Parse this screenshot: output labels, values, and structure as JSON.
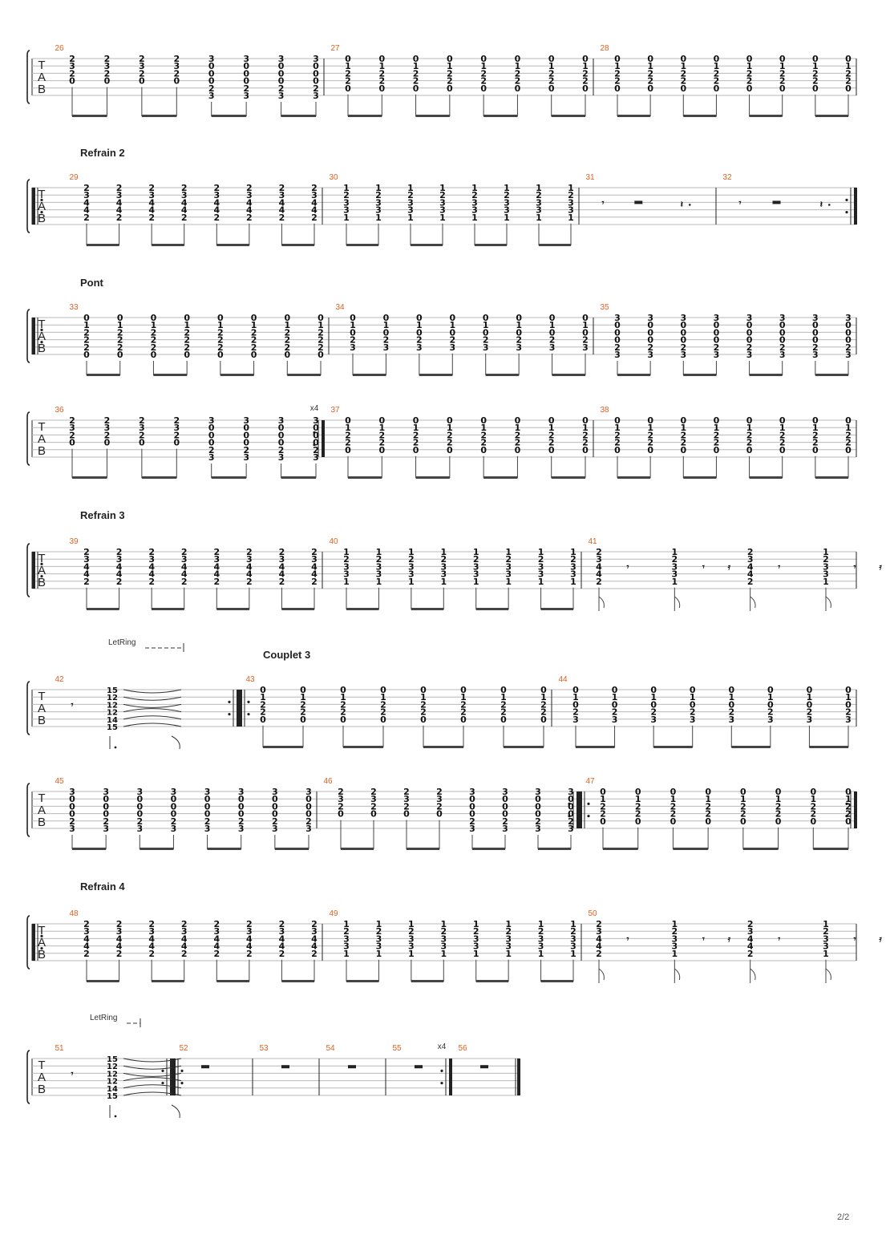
{
  "page": {
    "number_label": "2/2"
  },
  "labels": {
    "let_ring": "LetRing",
    "tab": [
      "T",
      "A",
      "B"
    ]
  },
  "chords": {
    "A": [
      "2",
      "3",
      "2",
      "0",
      "",
      ""
    ],
    "B": [
      "3",
      "0",
      "0",
      "0",
      "2",
      "3"
    ],
    "C": [
      "0",
      "1",
      "2",
      "2",
      "0",
      ""
    ],
    "D": [
      "2",
      "3",
      "4",
      "4",
      "2",
      ""
    ],
    "E": [
      "1",
      "2",
      "3",
      "3",
      "1",
      ""
    ],
    "F": [
      "0",
      "1",
      "0",
      "2",
      "3",
      ""
    ],
    "G": [
      "0",
      "1",
      "2",
      "2",
      "2",
      "0"
    ],
    "H": [
      "15",
      "12",
      "12",
      "12",
      "14",
      "15"
    ]
  },
  "systems": [
    {
      "title": "",
      "measures": [
        {
          "num": "26",
          "content": "chords",
          "seq": [
            "A",
            "A",
            "A",
            "A",
            "B",
            "B",
            "B",
            "B"
          ]
        },
        {
          "num": "27",
          "content": "chords",
          "seq": [
            "C",
            "C",
            "C",
            "C",
            "C",
            "C",
            "C",
            "C"
          ]
        },
        {
          "num": "28",
          "content": "chords",
          "seq": [
            "C",
            "C",
            "C",
            "C",
            "C",
            "C",
            "C",
            "C"
          ]
        }
      ]
    },
    {
      "title": "Refrain 2",
      "measures": [
        {
          "num": "29",
          "content": "chords",
          "seq": [
            "D",
            "D",
            "D",
            "D",
            "D",
            "D",
            "D",
            "D"
          ],
          "repeat_start": true
        },
        {
          "num": "30",
          "content": "chords",
          "seq": [
            "E",
            "E",
            "E",
            "E",
            "E",
            "E",
            "E",
            "E"
          ]
        },
        {
          "num": "31",
          "content": "rests"
        },
        {
          "num": "32",
          "content": "rests",
          "repeat_end": true
        }
      ]
    },
    {
      "title": "Pont",
      "measures": [
        {
          "num": "33",
          "content": "chords",
          "seq": [
            "G",
            "G",
            "G",
            "G",
            "G",
            "G",
            "G",
            "G"
          ],
          "repeat_start": true
        },
        {
          "num": "34",
          "content": "chords",
          "seq": [
            "F",
            "F",
            "F",
            "F",
            "F",
            "F",
            "F",
            "F"
          ]
        },
        {
          "num": "35",
          "content": "chords",
          "seq": [
            "B",
            "B",
            "B",
            "B",
            "B",
            "B",
            "B",
            "B"
          ]
        }
      ]
    },
    {
      "title": "",
      "measures": [
        {
          "num": "36",
          "content": "chords",
          "seq": [
            "A",
            "A",
            "A",
            "A",
            "B",
            "B",
            "B",
            "B"
          ],
          "repeat_end": true,
          "repeat_count": "x4"
        },
        {
          "num": "37",
          "content": "chords",
          "seq": [
            "C",
            "C",
            "C",
            "C",
            "C",
            "C",
            "C",
            "C"
          ]
        },
        {
          "num": "38",
          "content": "chords",
          "seq": [
            "C",
            "C",
            "C",
            "C",
            "C",
            "C",
            "C",
            "C"
          ]
        }
      ]
    },
    {
      "title": "Refrain 3",
      "measures": [
        {
          "num": "39",
          "content": "chords",
          "seq": [
            "D",
            "D",
            "D",
            "D",
            "D",
            "D",
            "D",
            "D"
          ],
          "repeat_start": true
        },
        {
          "num": "40",
          "content": "chords",
          "seq": [
            "E",
            "E",
            "E",
            "E",
            "E",
            "E",
            "E",
            "E"
          ]
        },
        {
          "num": "41",
          "content": "stabs",
          "seq": [
            "D",
            "E",
            "D",
            "E"
          ]
        }
      ]
    },
    {
      "title": "Couplet 3",
      "let_ring": true,
      "measures": [
        {
          "num": "42",
          "content": "harmonic",
          "repeat_end": true
        },
        {
          "num": "43",
          "content": "chords",
          "seq": [
            "C",
            "C",
            "C",
            "C",
            "C",
            "C",
            "C",
            "C"
          ],
          "repeat_start": true
        },
        {
          "num": "44",
          "content": "chords",
          "seq": [
            "F",
            "F",
            "F",
            "F",
            "F",
            "F",
            "F",
            "F"
          ]
        }
      ]
    },
    {
      "title": "",
      "measures": [
        {
          "num": "45",
          "content": "chords",
          "seq": [
            "B",
            "B",
            "B",
            "B",
            "B",
            "B",
            "B",
            "B"
          ]
        },
        {
          "num": "46",
          "content": "chords",
          "seq": [
            "A",
            "A",
            "A",
            "A",
            "B",
            "B",
            "B",
            "B"
          ],
          "repeat_end": true
        },
        {
          "num": "47",
          "content": "chords",
          "seq": [
            "C",
            "C",
            "C",
            "C",
            "C",
            "C",
            "C",
            "C"
          ],
          "repeat_start": true,
          "repeat_end": true
        }
      ]
    },
    {
      "title": "Refrain 4",
      "measures": [
        {
          "num": "48",
          "content": "chords",
          "seq": [
            "D",
            "D",
            "D",
            "D",
            "D",
            "D",
            "D",
            "D"
          ],
          "repeat_start": true
        },
        {
          "num": "49",
          "content": "chords",
          "seq": [
            "E",
            "E",
            "E",
            "E",
            "E",
            "E",
            "E",
            "E"
          ]
        },
        {
          "num": "50",
          "content": "stabs",
          "seq": [
            "D",
            "E",
            "D",
            "E"
          ]
        }
      ]
    },
    {
      "title": "",
      "let_ring": true,
      "measures": [
        {
          "num": "51",
          "content": "harmonic",
          "repeat_end": true
        },
        {
          "num": "52",
          "content": "whole_rest",
          "repeat_start": true
        },
        {
          "num": "53",
          "content": "whole_rest"
        },
        {
          "num": "54",
          "content": "whole_rest"
        },
        {
          "num": "55",
          "content": "whole_rest",
          "repeat_end": true,
          "repeat_count": "x4"
        },
        {
          "num": "56",
          "content": "whole_rest",
          "final": true
        }
      ]
    }
  ]
}
